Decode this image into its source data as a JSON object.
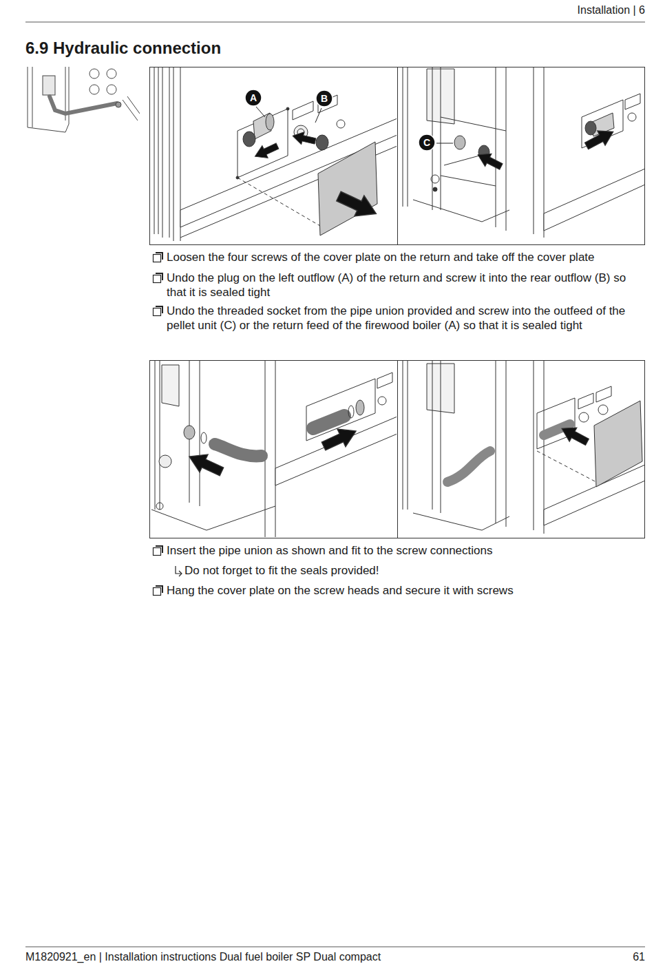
{
  "diagram": {
    "title": "6.9 Hydraulic connection",
    "nodes": [
      {
        "text": [
          "A"
        ]
      },
      {
        "text": [
          "B"
        ]
      },
      {
        "text": [
          "C"
        ]
      }
    ],
    "labels": [
      "Installation | 6",
      "Loosen the four screws of the cover plate on the return and take off the cover plate",
      "Undo the plug on the left outflow (A) of the return and screw it into the rear outflow (B) so that it is sealed tight",
      "Undo the threaded socket from the pipe union provided and screw into the outfeed of the pellet unit (C) or the return feed of the firewood boiler (A) so that it is sealed tight",
      "Insert the pipe union as shown and fit to the screw connections",
      "Do not forget to fit the seals provided!",
      "Hang the cover plate on the screw heads and secure it with screws",
      "M1820921_en | Installation instructions Dual fuel boiler SP Dual compact",
      "61"
    ]
  }
}
